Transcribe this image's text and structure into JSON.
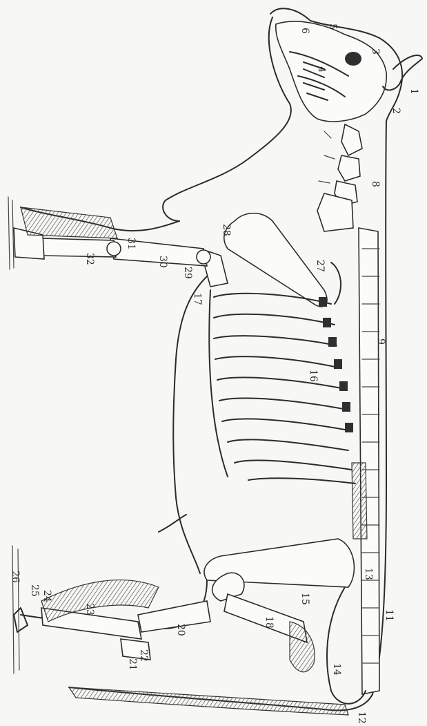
{
  "figure": {
    "labels": [
      "1",
      "2",
      "3",
      "4",
      "5",
      "6",
      "8",
      "9",
      "11",
      "12",
      "13",
      "14",
      "15",
      "16",
      "17",
      "18",
      "20",
      "21",
      "22",
      "23",
      "24",
      "25",
      "26",
      "27",
      "28",
      "29",
      "30",
      "31",
      "32"
    ]
  }
}
